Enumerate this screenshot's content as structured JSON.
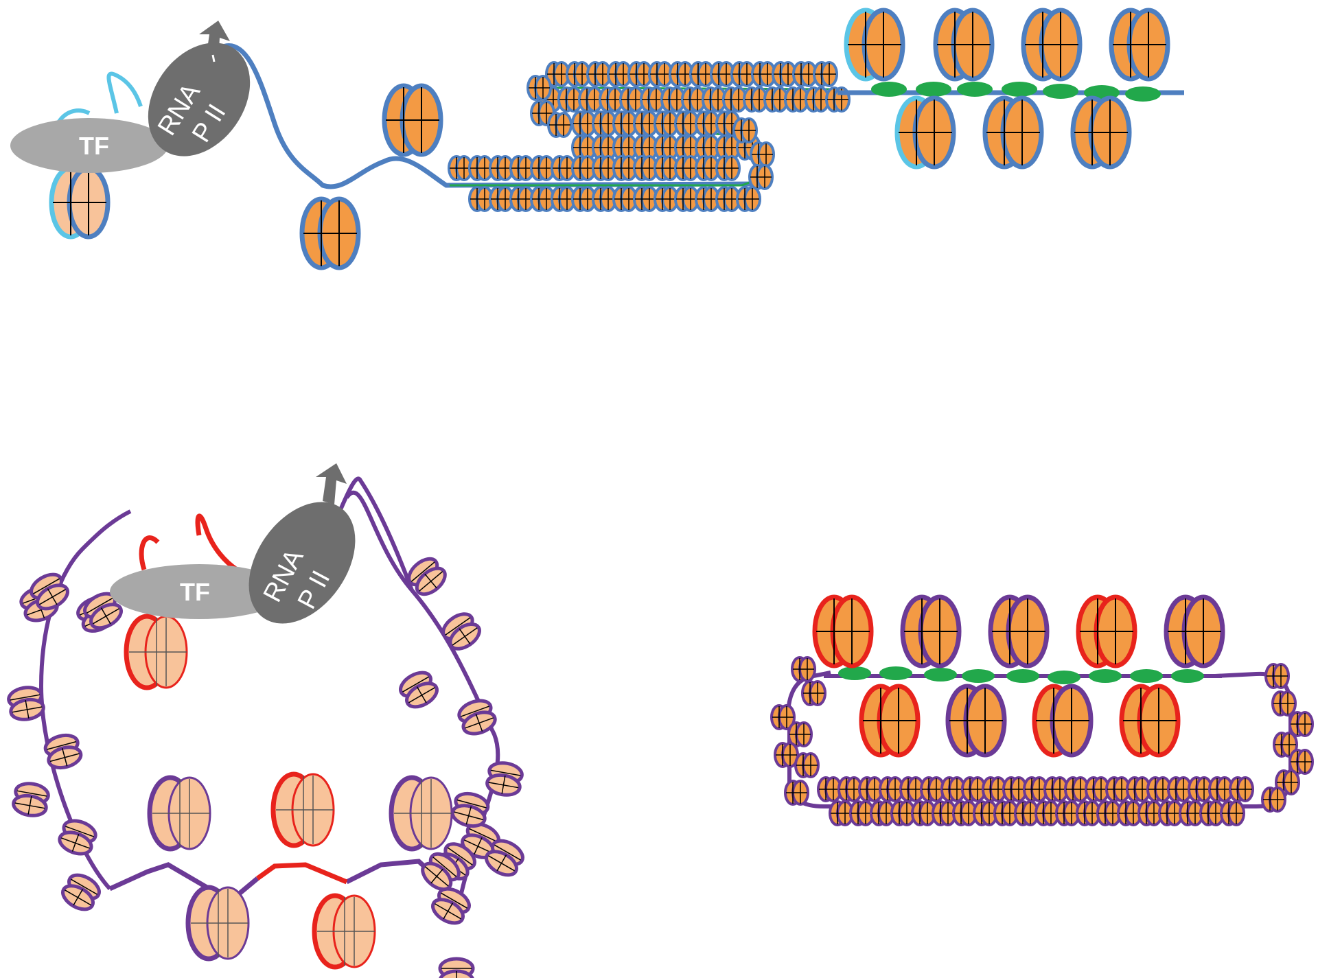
{
  "colors": {
    "background": "#ffffff",
    "dna_blue": "#4e7fc0",
    "dna_lightblue": "#5bc5e6",
    "dna_purple": "#6b3a96",
    "dna_red": "#e8231c",
    "nucleosome_orange": "#f39a44",
    "nucleosome_peach": "#f8c39a",
    "linker_green": "#22a84b",
    "tf_gray": "#a8a8a8",
    "polymerase_gray": "#6e6e6e"
  },
  "panels": [
    {
      "id": "top",
      "tf_label": "TF",
      "polymerase_label_line1": "RNA",
      "polymerase_label_line2": "P II"
    },
    {
      "id": "bottom",
      "tf_label": "TF",
      "polymerase_label_line1": "RNA",
      "polymerase_label_line2": "P II"
    }
  ]
}
